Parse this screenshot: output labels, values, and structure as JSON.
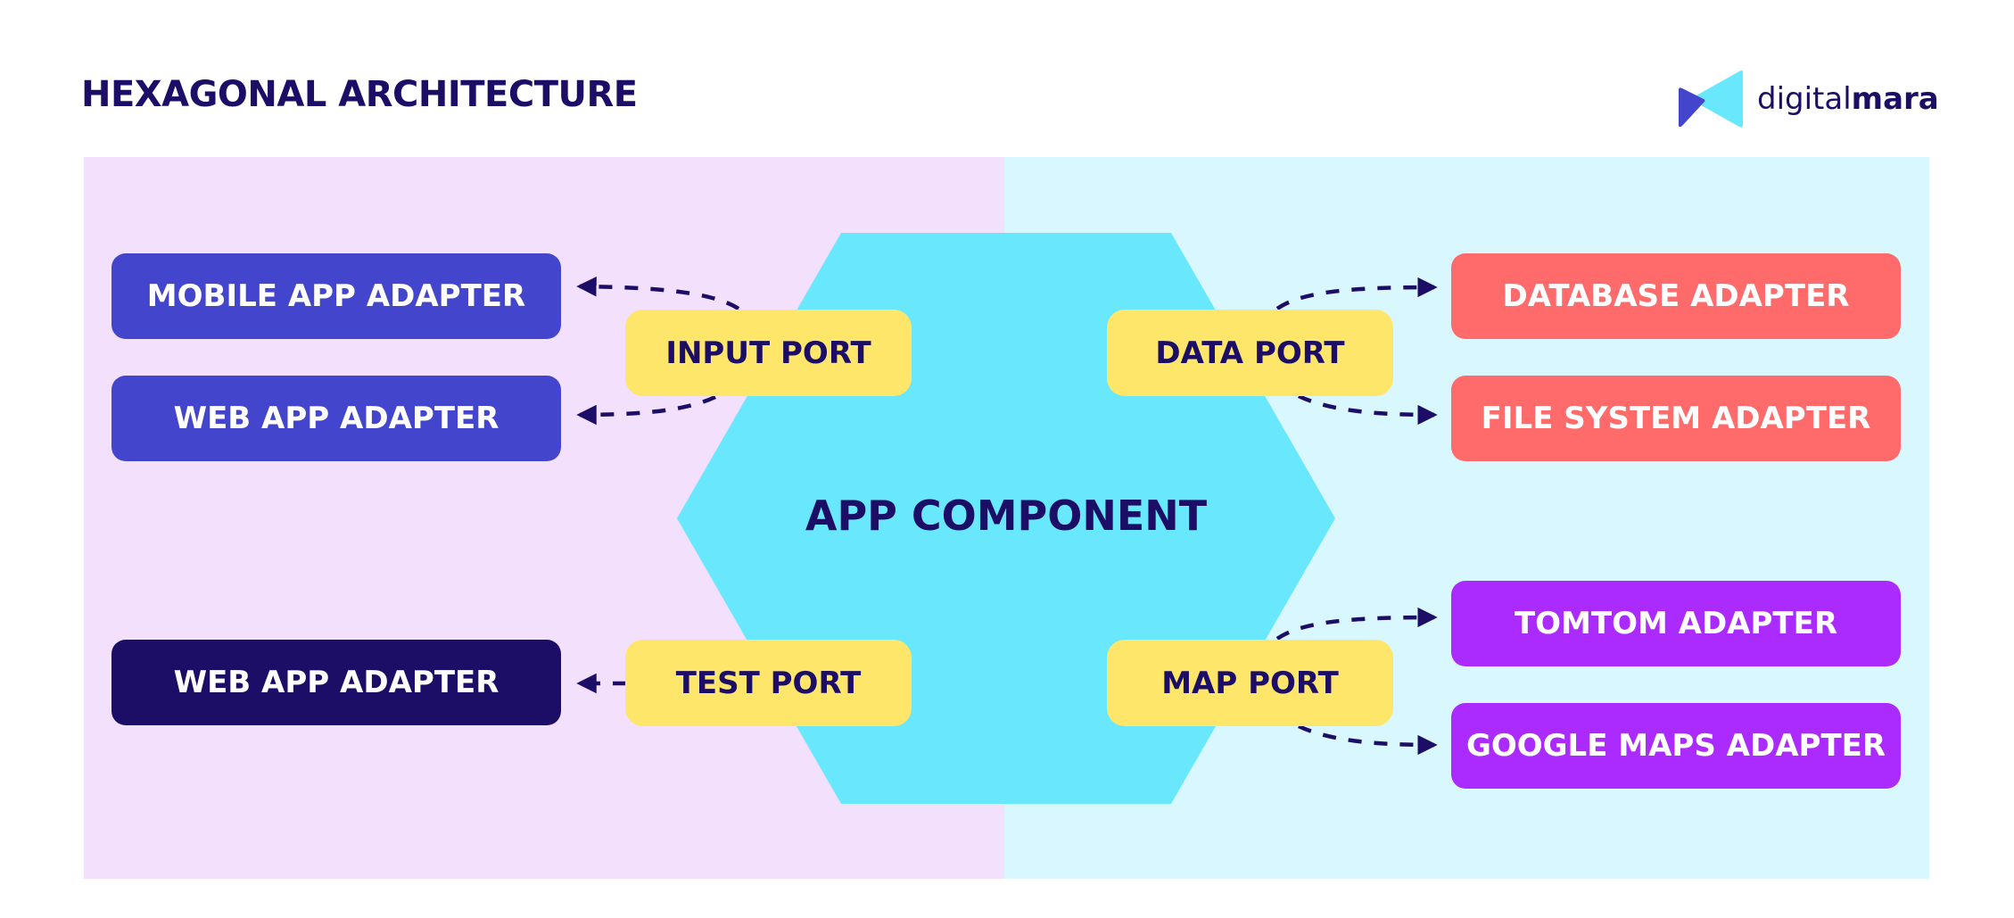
{
  "title": "HEXAGONAL ARCHITECTURE",
  "logo": {
    "regular": "digital",
    "bold": "mara",
    "icon": "digitalmara-logo-icon"
  },
  "core": {
    "label": "APP COMPONENT"
  },
  "ports": {
    "input": "INPUT PORT",
    "test": "TEST PORT",
    "data": "DATA PORT",
    "map": "MAP PORT"
  },
  "adapters": {
    "left": [
      {
        "label": "MOBILE APP ADAPTER",
        "port": "input"
      },
      {
        "label": "WEB APP ADAPTER",
        "port": "input"
      },
      {
        "label": "WEB APP ADAPTER",
        "port": "test"
      }
    ],
    "right": [
      {
        "label": "DATABASE ADAPTER",
        "port": "data"
      },
      {
        "label": "FILE SYSTEM ADAPTER",
        "port": "data"
      },
      {
        "label": "TOMTOM ADAPTER",
        "port": "map"
      },
      {
        "label": "GOOGLE MAPS ADAPTER",
        "port": "map"
      }
    ]
  },
  "colors": {
    "navy": "#1c0e66",
    "driving_adapter": "#4346cc",
    "test_adapter": "#1c0e66",
    "data_adapter": "#ff6b6b",
    "map_adapter": "#ab2bff",
    "port": "#fee66a",
    "core": "#69e8fd",
    "left_zone": "#f2e0fd",
    "right_zone": "#d9f7fe"
  }
}
